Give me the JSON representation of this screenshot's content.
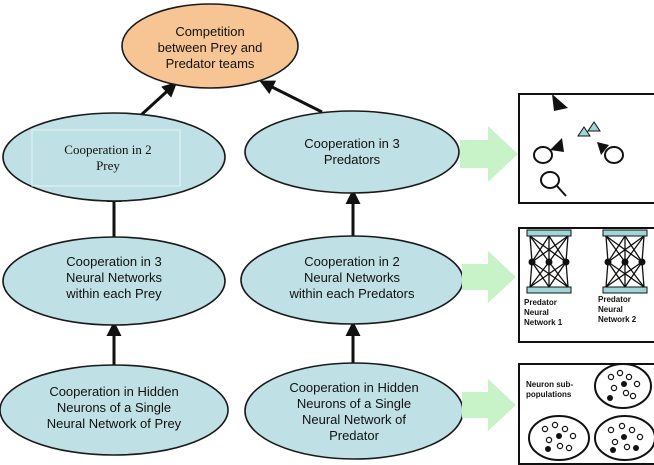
{
  "nodes": {
    "competition": [
      "Competition",
      "between Prey and",
      "Predator teams"
    ],
    "prey_coop": [
      "Cooperation in 2",
      "Prey"
    ],
    "pred_coop": [
      "Cooperation in 3",
      "Predators"
    ],
    "prey_nets": [
      "Cooperation in 3",
      "Neural Networks",
      "within each Prey"
    ],
    "pred_nets": [
      "Cooperation in 2",
      "Neural Networks",
      "within each Predators"
    ],
    "prey_neurons": [
      "Cooperation in Hidden",
      "Neurons of a Single",
      "Neural Network of Prey"
    ],
    "pred_neurons": [
      "Cooperation in Hidden",
      "Neurons of a Single",
      "Neural Network of",
      "Predator"
    ]
  },
  "panels": {
    "network1": [
      "Predator",
      "Neural",
      "Network 1"
    ],
    "network2": [
      "Predator",
      "Neural",
      "Network 2"
    ],
    "subpop": [
      "Neuron sub-",
      "populations"
    ]
  }
}
